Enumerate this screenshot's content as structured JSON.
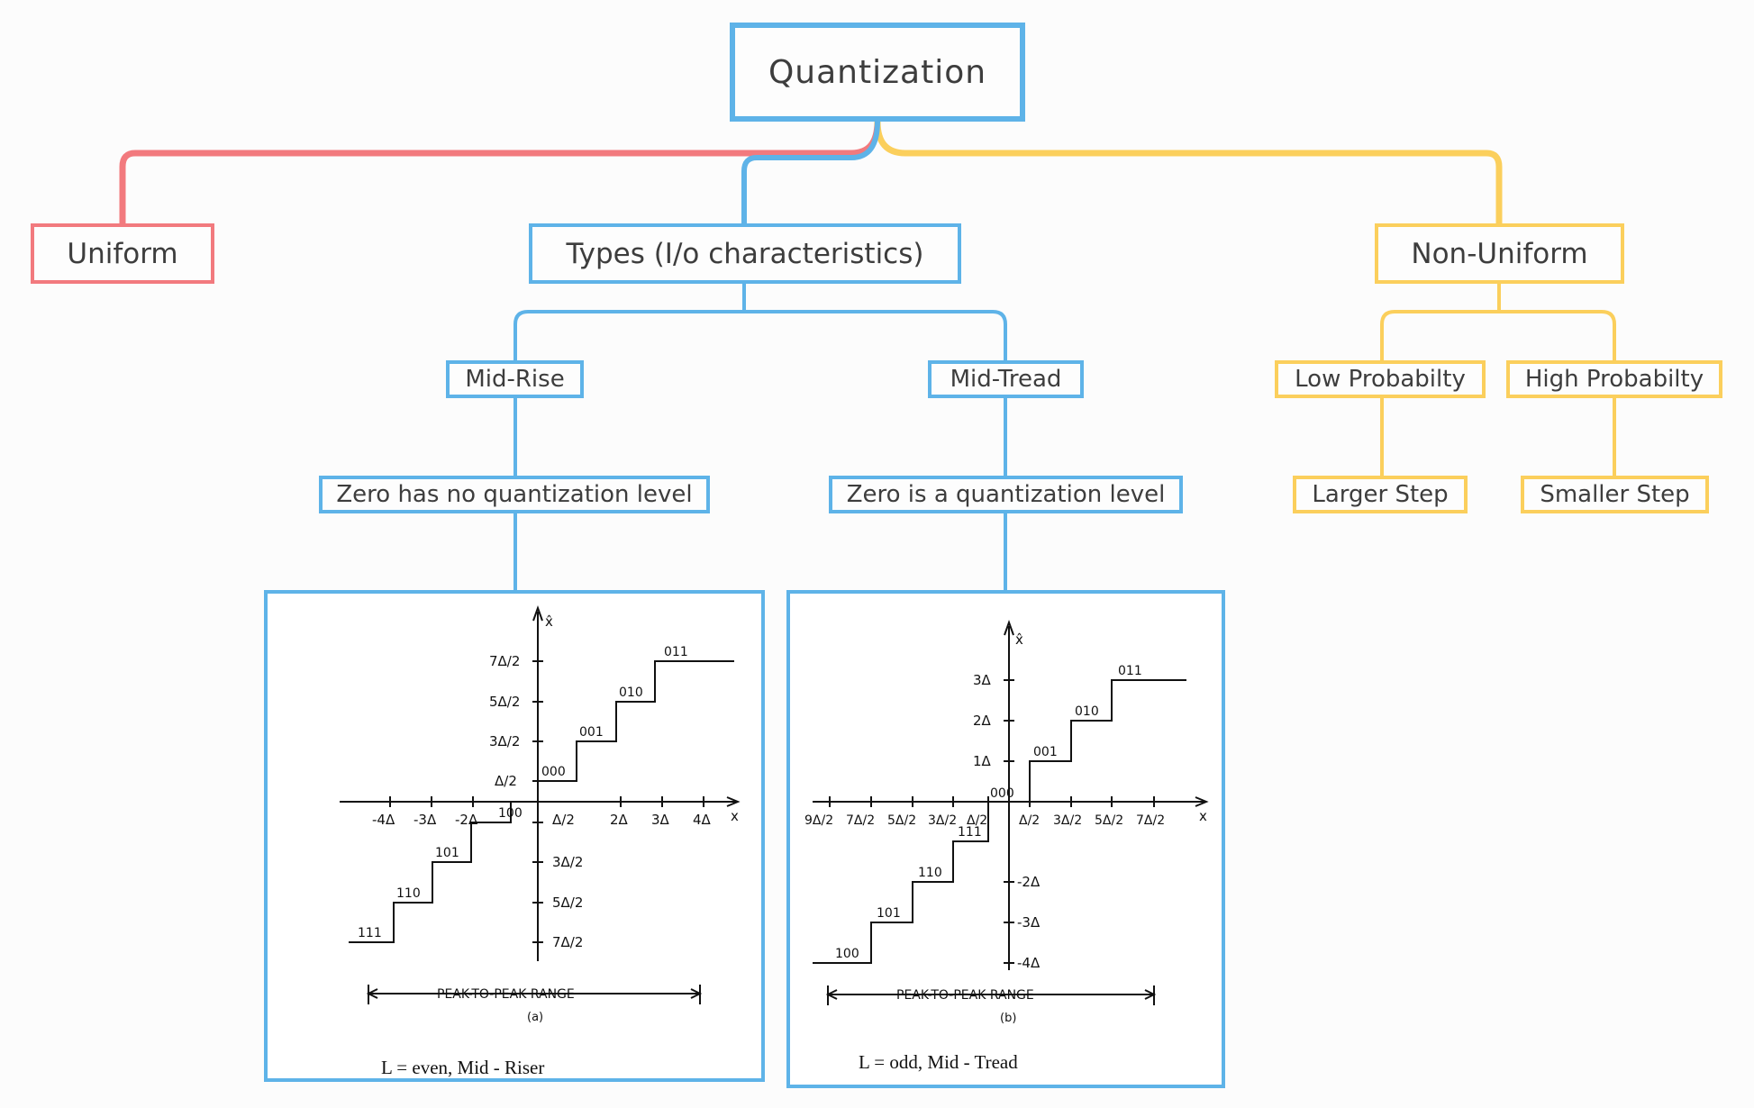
{
  "root": {
    "label": "Quantization"
  },
  "uniform": {
    "label": "Uniform"
  },
  "types": {
    "label": "Types (I/o characteristics)"
  },
  "non_uniform": {
    "label": "Non-Uniform"
  },
  "mid_rise": {
    "label": "Mid-Rise",
    "note": "Zero has no quantization level"
  },
  "mid_tread": {
    "label": "Mid-Tread",
    "note": "Zero is a quantization level"
  },
  "low_prob": {
    "label": "Low Probabilty",
    "note": "Larger Step"
  },
  "high_prob": {
    "label": "High Probabilty",
    "note": "Smaller Step"
  },
  "colors": {
    "blue": "#5eb3e8",
    "red": "#f27a7e",
    "yellow": "#fbcf5c"
  },
  "figure_a": {
    "y_axis": "x̂",
    "x_axis": "x",
    "x_ticks": [
      "-4Δ",
      "-3Δ",
      "-2Δ",
      "2Δ",
      "3Δ",
      "4Δ"
    ],
    "y_ticks_pos": [
      "7Δ/2",
      "5Δ/2",
      "3Δ/2",
      "Δ/2"
    ],
    "y_ticks_neg": [
      "Δ/2",
      "3Δ/2",
      "5Δ/2",
      "7Δ/2"
    ],
    "codes": [
      "111",
      "110",
      "101",
      "100",
      "000",
      "001",
      "010",
      "011"
    ],
    "range_label": "PEAK-TO-PEAK RANGE",
    "sub_label": "(a)",
    "caption": "L = even, Mid - Riser"
  },
  "figure_b": {
    "y_axis": "x̂",
    "x_axis": "x",
    "x_ticks_neg": [
      "9Δ/2",
      "7Δ/2",
      "5Δ/2",
      "3Δ/2",
      "Δ/2"
    ],
    "x_ticks_pos": [
      "Δ/2",
      "3Δ/2",
      "5Δ/2",
      "7Δ/2"
    ],
    "y_ticks": [
      "3Δ",
      "2Δ",
      "1Δ",
      "-2Δ",
      "-3Δ",
      "-4Δ"
    ],
    "codes": [
      "100",
      "101",
      "110",
      "111",
      "000",
      "001",
      "010",
      "011"
    ],
    "range_label": "PEAK-TO-PEAK RANGE",
    "sub_label": "(b)",
    "caption": "L = odd, Mid - Tread"
  }
}
